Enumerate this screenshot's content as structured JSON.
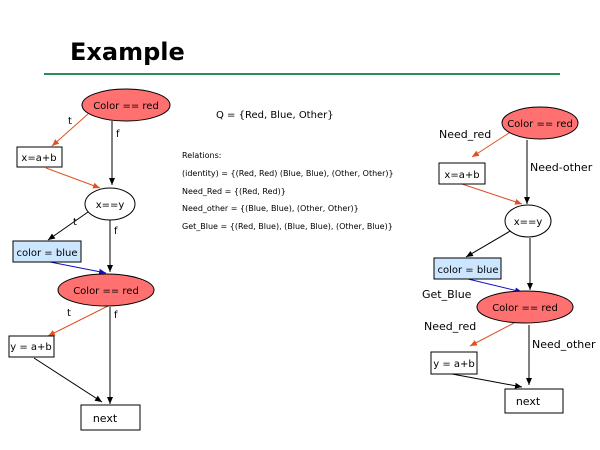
{
  "slide": {
    "title": "Example"
  },
  "left_flowchart": {
    "cond1": "Color == red",
    "cond1_true": "t",
    "cond1_false": "f",
    "assign1": "x=a+b",
    "cond2": "x==y",
    "cond2_true": "t",
    "cond2_false": "f",
    "assign2": "color = blue",
    "cond3": "Color == red",
    "cond3_true": "t",
    "cond3_false": "f",
    "assign3": "y = a+b",
    "exit": "next"
  },
  "middle_text": {
    "q_set": "Q = {Red, Blue, Other}",
    "relations_heading": "Relations:",
    "lines": [
      "(identity) = {(Red, Red) (Blue, Blue), (Other, Other)}",
      "Need_Red = {(Red, Red)}",
      "Need_other = {(Blue, Blue), (Other, Other)}",
      "Get_Blue = {(Red, Blue), (Blue, Blue), (Other, Blue)}"
    ]
  },
  "right_flowchart": {
    "cond1": "Color == red",
    "edge_need_red_1": "Need_red",
    "edge_need_other_1": "Need-other",
    "assign1": "x=a+b",
    "cond2": "x==y",
    "assign2": "color = blue",
    "edge_get_blue": "Get_Blue",
    "cond3": "Color == red",
    "edge_need_red_2": "Need_red",
    "edge_need_other_2": "Need_other",
    "assign3": "y = a+b",
    "exit": "next"
  },
  "colors": {
    "condition_fill": "#ff7070",
    "assign_blue_fill": "#cce6ff",
    "red_edge": "#e05020",
    "blue_edge": "#1010cc",
    "black_edge": "#000000",
    "title_rule": "#2e8b57"
  }
}
